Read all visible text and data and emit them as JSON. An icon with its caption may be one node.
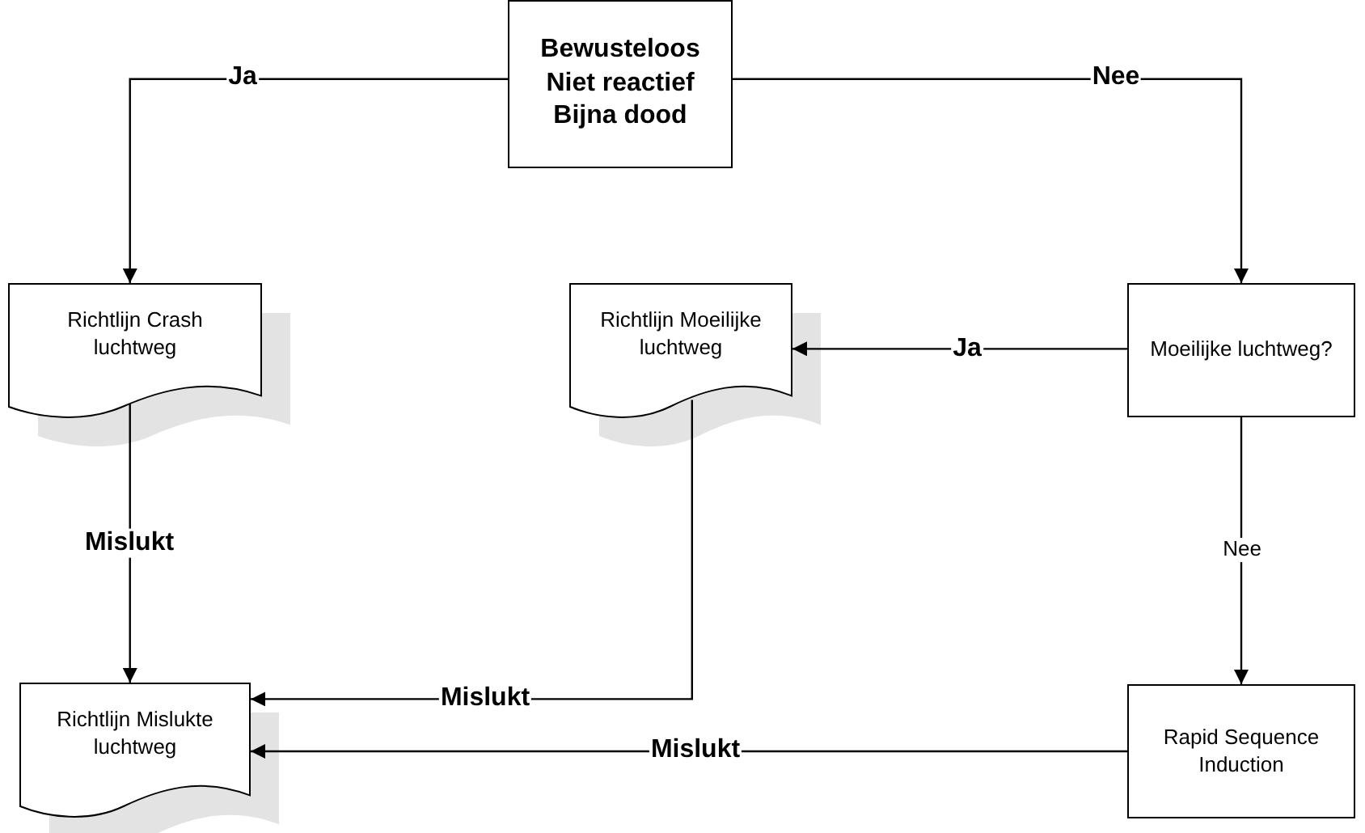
{
  "diagram": {
    "nodes": [
      {
        "text": [
          "Bewusteloos Niet reactief Bijna dood"
        ]
      },
      {
        "text": [
          "Richtlijn Crash luchtweg"
        ]
      },
      {
        "text": [
          "Richtlijn Moeilijke luchtweg"
        ]
      },
      {
        "text": [
          "Moeilijke luchtweg?"
        ]
      },
      {
        "text": [
          "Richtlijn Mislukte luchtweg"
        ]
      },
      {
        "text": [
          "Rapid Sequence Induction"
        ]
      }
    ],
    "edges": [
      {
        "from": 0,
        "to": 1,
        "arrow": "to",
        "label": "Ja"
      },
      {
        "from": 0,
        "to": 3,
        "arrow": "to",
        "label": "Nee"
      },
      {
        "from": 3,
        "to": 2,
        "arrow": "to",
        "label": "Ja"
      },
      {
        "from": 3,
        "to": 5,
        "arrow": "to",
        "label": "Nee"
      },
      {
        "from": 1,
        "to": 4,
        "arrow": "to",
        "label": "Mislukt"
      },
      {
        "from": 2,
        "to": 4,
        "arrow": "to",
        "label": "Mislukt"
      },
      {
        "from": 5,
        "to": 4,
        "arrow": "to",
        "label": "Mislukt"
      }
    ]
  }
}
